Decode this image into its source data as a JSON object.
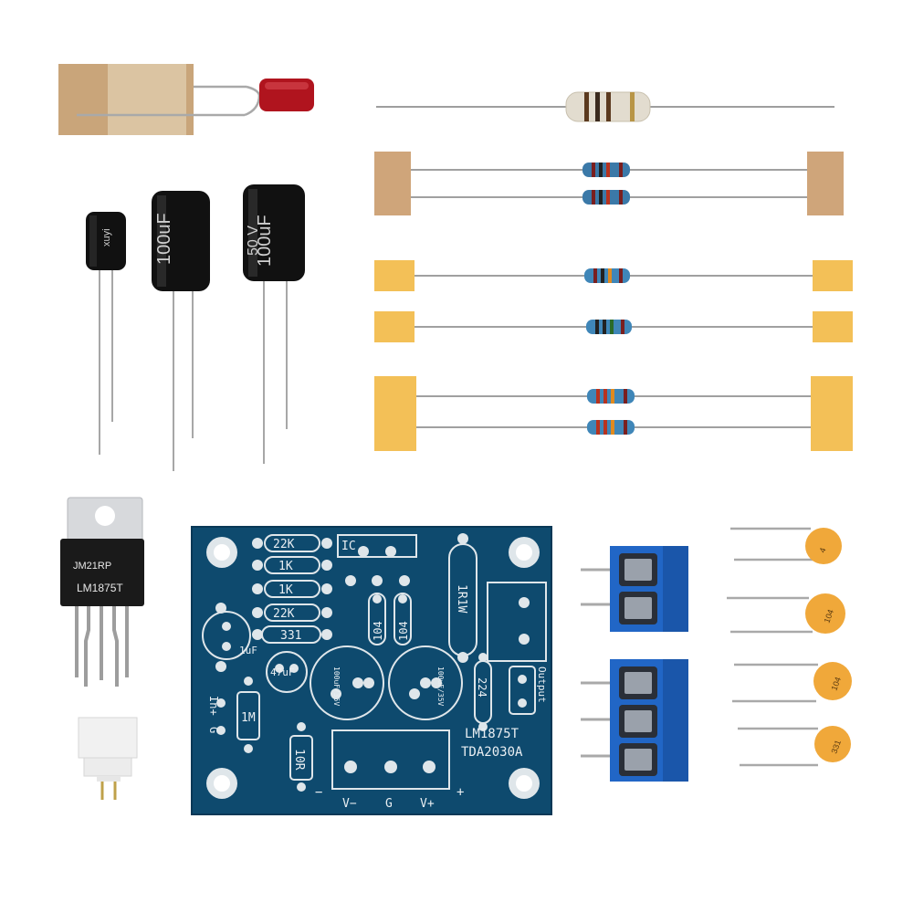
{
  "pcb": {
    "labels": {
      "r_22k_top": "22K",
      "r_1k_a": "1K",
      "r_1k_b": "1K",
      "r_22k_bottom": "22K",
      "c_331": "331",
      "ic": "IC",
      "c_104_left": "104",
      "c_104_right": "104",
      "r_1r1w": "1R1W",
      "c_224": "224",
      "cap_left": "100uF/35V",
      "cap_right": "100uF/35V",
      "cap_small_1": "1uF",
      "cap_small_2": "47uF",
      "r_1m": "1M",
      "r_10r": "10R",
      "input": "In+",
      "gnd": "G",
      "output": "Output",
      "minus": "−",
      "plus": "+",
      "vminus": "V−",
      "g": "G",
      "vplus": "V+",
      "chip1": "LM1875T",
      "chip2": "TDA2030A"
    }
  },
  "electrolytics": {
    "big_left": "100uF",
    "big_right": "100uF",
    "big_right_voltage": "50 V",
    "small": "xuyi"
  },
  "ic_chip": {
    "line1": "JM21RP",
    "line2": "LM1875T"
  },
  "ceramic_caps": {
    "c1": "4",
    "c2": "104",
    "c3": "104",
    "c4": "331"
  }
}
